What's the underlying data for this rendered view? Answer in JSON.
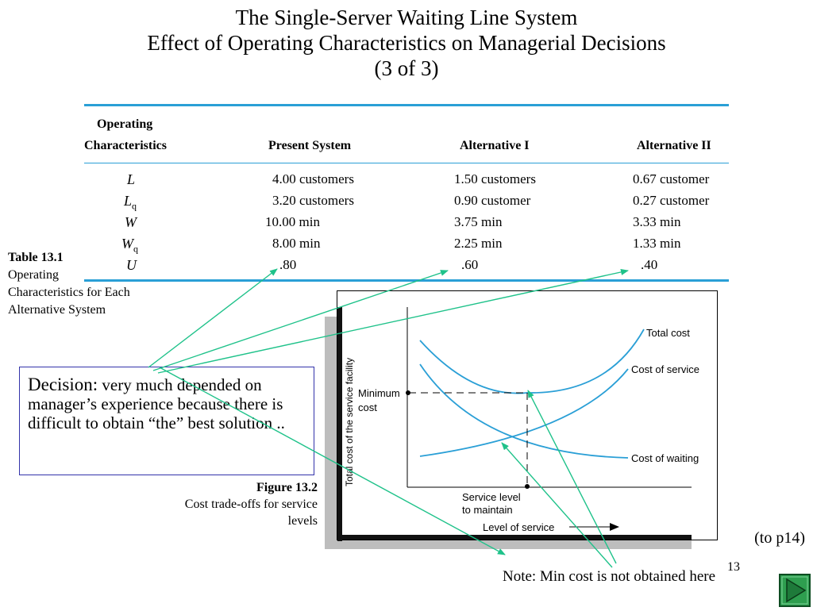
{
  "slide": {
    "title_line1": "The Single-Server Waiting Line System",
    "title_line2": "Effect of Operating Characteristics on Managerial Decisions",
    "title_line3": "(3 of 3)",
    "page_number": "13",
    "to_link": "(to p14)",
    "note": "Note: Min cost is not obtained here"
  },
  "table": {
    "header_col1_line1": "Operating",
    "header_col1_line2": "Characteristics",
    "header_present": "Present System",
    "header_alt1": "Alternative I",
    "header_alt2": "Alternative II",
    "rows": [
      {
        "sym": "L",
        "sub": "",
        "present": "4.00 customers",
        "alt1": "1.50 customers",
        "alt2": "0.67 customer"
      },
      {
        "sym": "L",
        "sub": "q",
        "present": "3.20 customers",
        "alt1": "0.90 customer",
        "alt2": "0.27 customer"
      },
      {
        "sym": "W",
        "sub": "",
        "present": "10.00 min",
        "alt1": "3.75 min",
        "alt2": "3.33 min"
      },
      {
        "sym": "W",
        "sub": "q",
        "present": "8.00 min",
        "alt1": "2.25 min",
        "alt2": "1.33 min"
      },
      {
        "sym": "U",
        "sub": "",
        "present": ".80",
        "alt1": ".60",
        "alt2": ".40"
      }
    ]
  },
  "table_caption": {
    "label": "Table 13.1",
    "text_line1": "Operating",
    "text_line2": "Characteristics for Each",
    "text_line3": "Alternative System"
  },
  "decision": {
    "lead": "Decision:",
    "text": " very much depended on manager’s experience because there is difficult to obtain “the” best solution .."
  },
  "figure_caption": {
    "label": "Figure 13.2",
    "text_line1": "Cost trade-offs for service",
    "text_line2": "levels"
  },
  "figure": {
    "y_axis_label": "Total cost of the service facility",
    "x_axis_label": "Level of service",
    "min_cost_line1": "Minimum",
    "min_cost_line2": "cost",
    "service_level_line1": "Service level",
    "service_level_line2": "to maintain",
    "curve_total": "Total cost",
    "curve_service": "Cost of service",
    "curve_waiting": "Cost of waiting"
  },
  "colors": {
    "accent_blue": "#2a9fd6",
    "arrow_green": "#1fc28a",
    "button_green": "#2e9e4f"
  },
  "icons": {
    "next_button": "play-triangle-icon"
  }
}
